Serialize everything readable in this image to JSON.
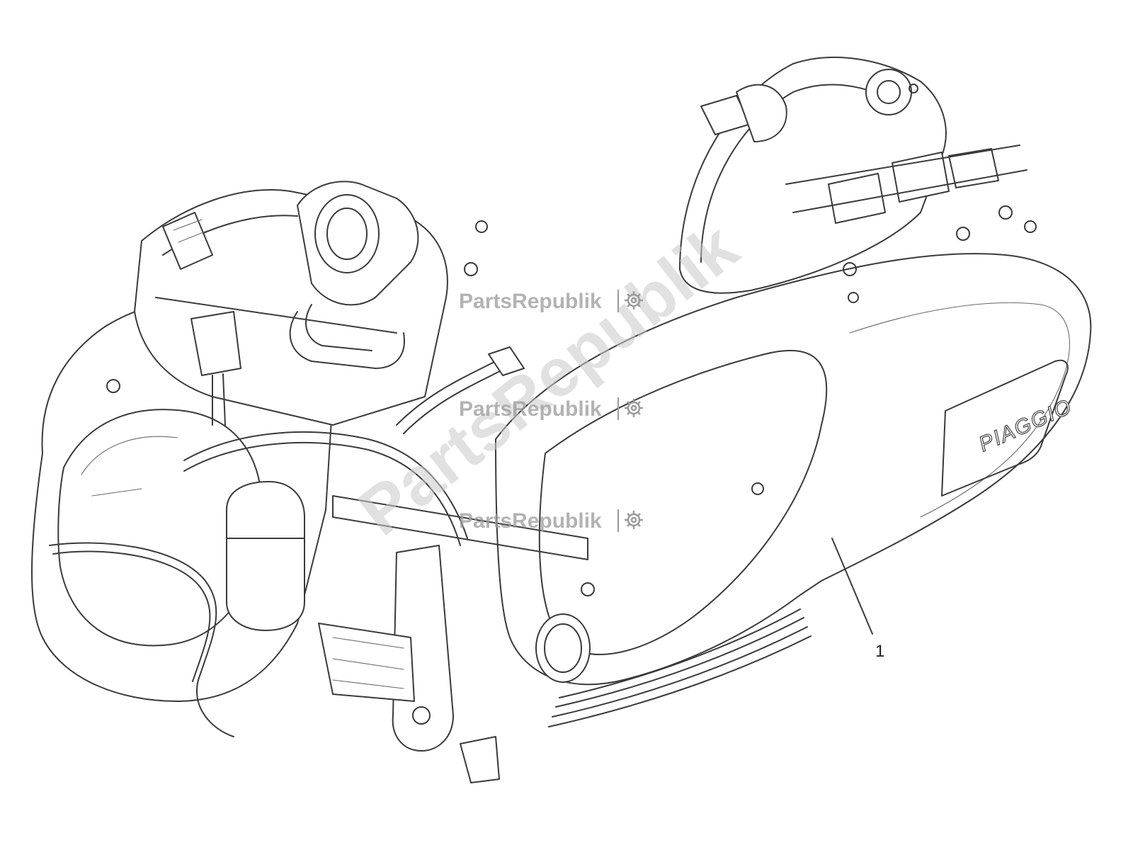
{
  "callouts": [
    {
      "number": "1"
    }
  ],
  "logo": {
    "text": "PIAGGIO"
  },
  "watermark": {
    "text": "PartsRepublik",
    "diagonal_text": "PartsRepublik",
    "icon": "gear-icon",
    "color": "#9a9a9a"
  }
}
